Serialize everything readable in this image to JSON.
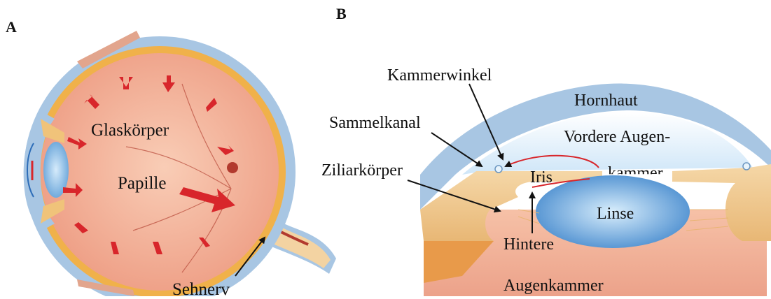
{
  "panel_a": {
    "letter": "A",
    "labels": {
      "vitreous": "Glaskörper",
      "papilla": "Papille",
      "optic_nerve": "Sehnerv"
    }
  },
  "panel_b": {
    "letter": "B",
    "labels": {
      "chamber_angle": "Kammerwinkel",
      "cornea": "Hornhaut",
      "collecting_canal": "Sammelkanal",
      "anterior_chamber_1": "Vordere Augen-",
      "anterior_chamber_2": "kammer",
      "ciliary_body": "Ziliarkörper",
      "iris": "Iris",
      "lens": "Linse",
      "posterior_chamber_1": "Hintere",
      "posterior_chamber_2": "Augenkammer"
    }
  },
  "colors": {
    "eyeball_fill": "#f4b9a3",
    "sclera": "#a8c6e3",
    "choroid": "#f0b14a",
    "arrow_red": "#d8262b",
    "lens_blue": "#7fb2e2",
    "aqueous": "#d9ecfa",
    "tissue": "#f1c98f"
  }
}
